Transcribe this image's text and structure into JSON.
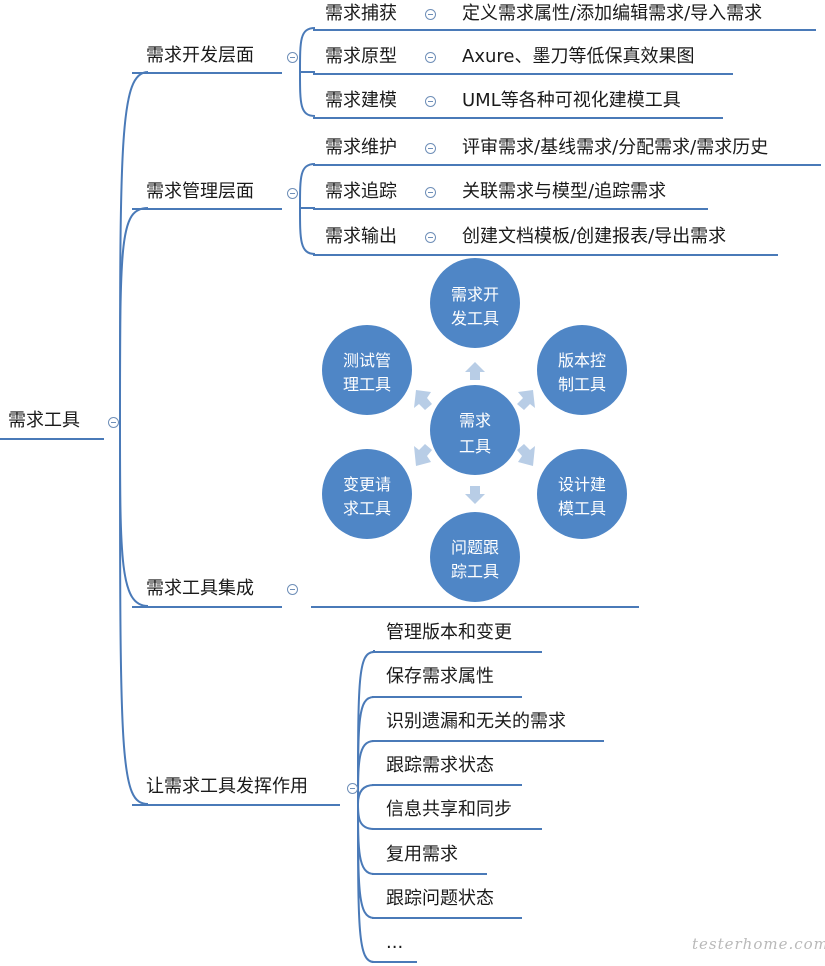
{
  "root": {
    "label": "需求工具"
  },
  "branches": {
    "dev": {
      "label": "需求开发层面",
      "items": [
        {
          "name": "需求捕获",
          "detail": "定义需求属性/添加编辑需求/导入需求"
        },
        {
          "name": "需求原型",
          "detail": "Axure、墨刀等低保真效果图"
        },
        {
          "name": "需求建模",
          "detail": "UML等各种可视化建模工具"
        }
      ]
    },
    "mgmt": {
      "label": "需求管理层面",
      "items": [
        {
          "name": "需求维护",
          "detail": "评审需求/基线需求/分配需求/需求历史"
        },
        {
          "name": "需求追踪",
          "detail": "关联需求与模型/追踪需求"
        },
        {
          "name": "需求输出",
          "detail": "创建文档模板/创建报表/导出需求"
        }
      ]
    },
    "integration": {
      "label": "需求工具集成",
      "hub": {
        "line1": "需求",
        "line2": "工具"
      },
      "satellites": [
        {
          "line1": "需求开",
          "line2": "发工具"
        },
        {
          "line1": "版本控",
          "line2": "制工具"
        },
        {
          "line1": "设计建",
          "line2": "模工具"
        },
        {
          "line1": "问题跟",
          "line2": "踪工具"
        },
        {
          "line1": "变更请",
          "line2": "求工具"
        },
        {
          "line1": "测试管",
          "line2": "理工具"
        }
      ]
    },
    "effect": {
      "label": "让需求工具发挥作用",
      "items": [
        "管理版本和变更",
        "保存需求属性",
        "识别遗漏和无关的需求",
        "跟踪需求状态",
        "信息共享和同步",
        "复用需求",
        "跟踪问题状态",
        "..."
      ]
    }
  },
  "watermark": "testerhome.com",
  "colors": {
    "line": "#4a7ab8",
    "circle": "#4f86c6",
    "arrow": "#b8cde6",
    "toggle": "#6f8fb8"
  }
}
